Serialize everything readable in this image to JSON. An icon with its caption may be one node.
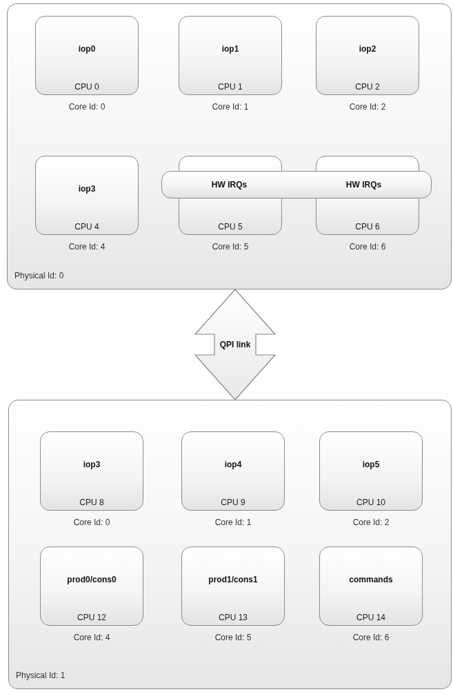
{
  "diagram": {
    "nodes": [
      {
        "text": [
          "Physical Id: 0"
        ]
      },
      {
        "text": [
          "iop0",
          "CPU 0"
        ],
        "in": 0,
        "beside": [
          "Core Id: 0"
        ]
      },
      {
        "text": [
          "iop1",
          "CPU 1"
        ],
        "in": 0,
        "beside": [
          "Core Id: 1"
        ]
      },
      {
        "text": [
          "iop2",
          "CPU 2"
        ],
        "in": 0,
        "beside": [
          "Core Id: 2"
        ]
      },
      {
        "text": [
          "iop3",
          "CPU 4"
        ],
        "in": 0,
        "beside": [
          "Core Id: 4"
        ]
      },
      {
        "text": [
          "CPU 5"
        ],
        "in": 0,
        "beside": [
          "Core Id: 5"
        ]
      },
      {
        "text": [
          "CPU 6"
        ],
        "in": 0,
        "beside": [
          "Core Id: 6"
        ]
      },
      {
        "text": [
          "HW IRQs",
          "HW IRQs"
        ],
        "in": 0
      },
      {
        "text": [
          "Physical Id: 1"
        ]
      },
      {
        "text": [
          "iop3",
          "CPU 8"
        ],
        "in": 8,
        "beside": [
          "Core Id: 0"
        ]
      },
      {
        "text": [
          "iop4",
          "CPU 9"
        ],
        "in": 8,
        "beside": [
          "Core Id: 1"
        ]
      },
      {
        "text": [
          "iop5",
          "CPU 10"
        ],
        "in": 8,
        "beside": [
          "Core Id: 2"
        ]
      },
      {
        "text": [
          "prod0/cons0",
          "CPU 12"
        ],
        "in": 8,
        "beside": [
          "Core Id: 4"
        ]
      },
      {
        "text": [
          "prod1/cons1",
          "CPU 13"
        ],
        "in": 8,
        "beside": [
          "Core Id: 5"
        ]
      },
      {
        "text": [
          "commands",
          "CPU 14"
        ],
        "in": 8,
        "beside": [
          "Core Id: 6"
        ]
      }
    ],
    "edges": [
      {
        "from": 0,
        "to": 8,
        "arrow": "both",
        "label": "QPI link",
        "style": "thick"
      }
    ]
  }
}
